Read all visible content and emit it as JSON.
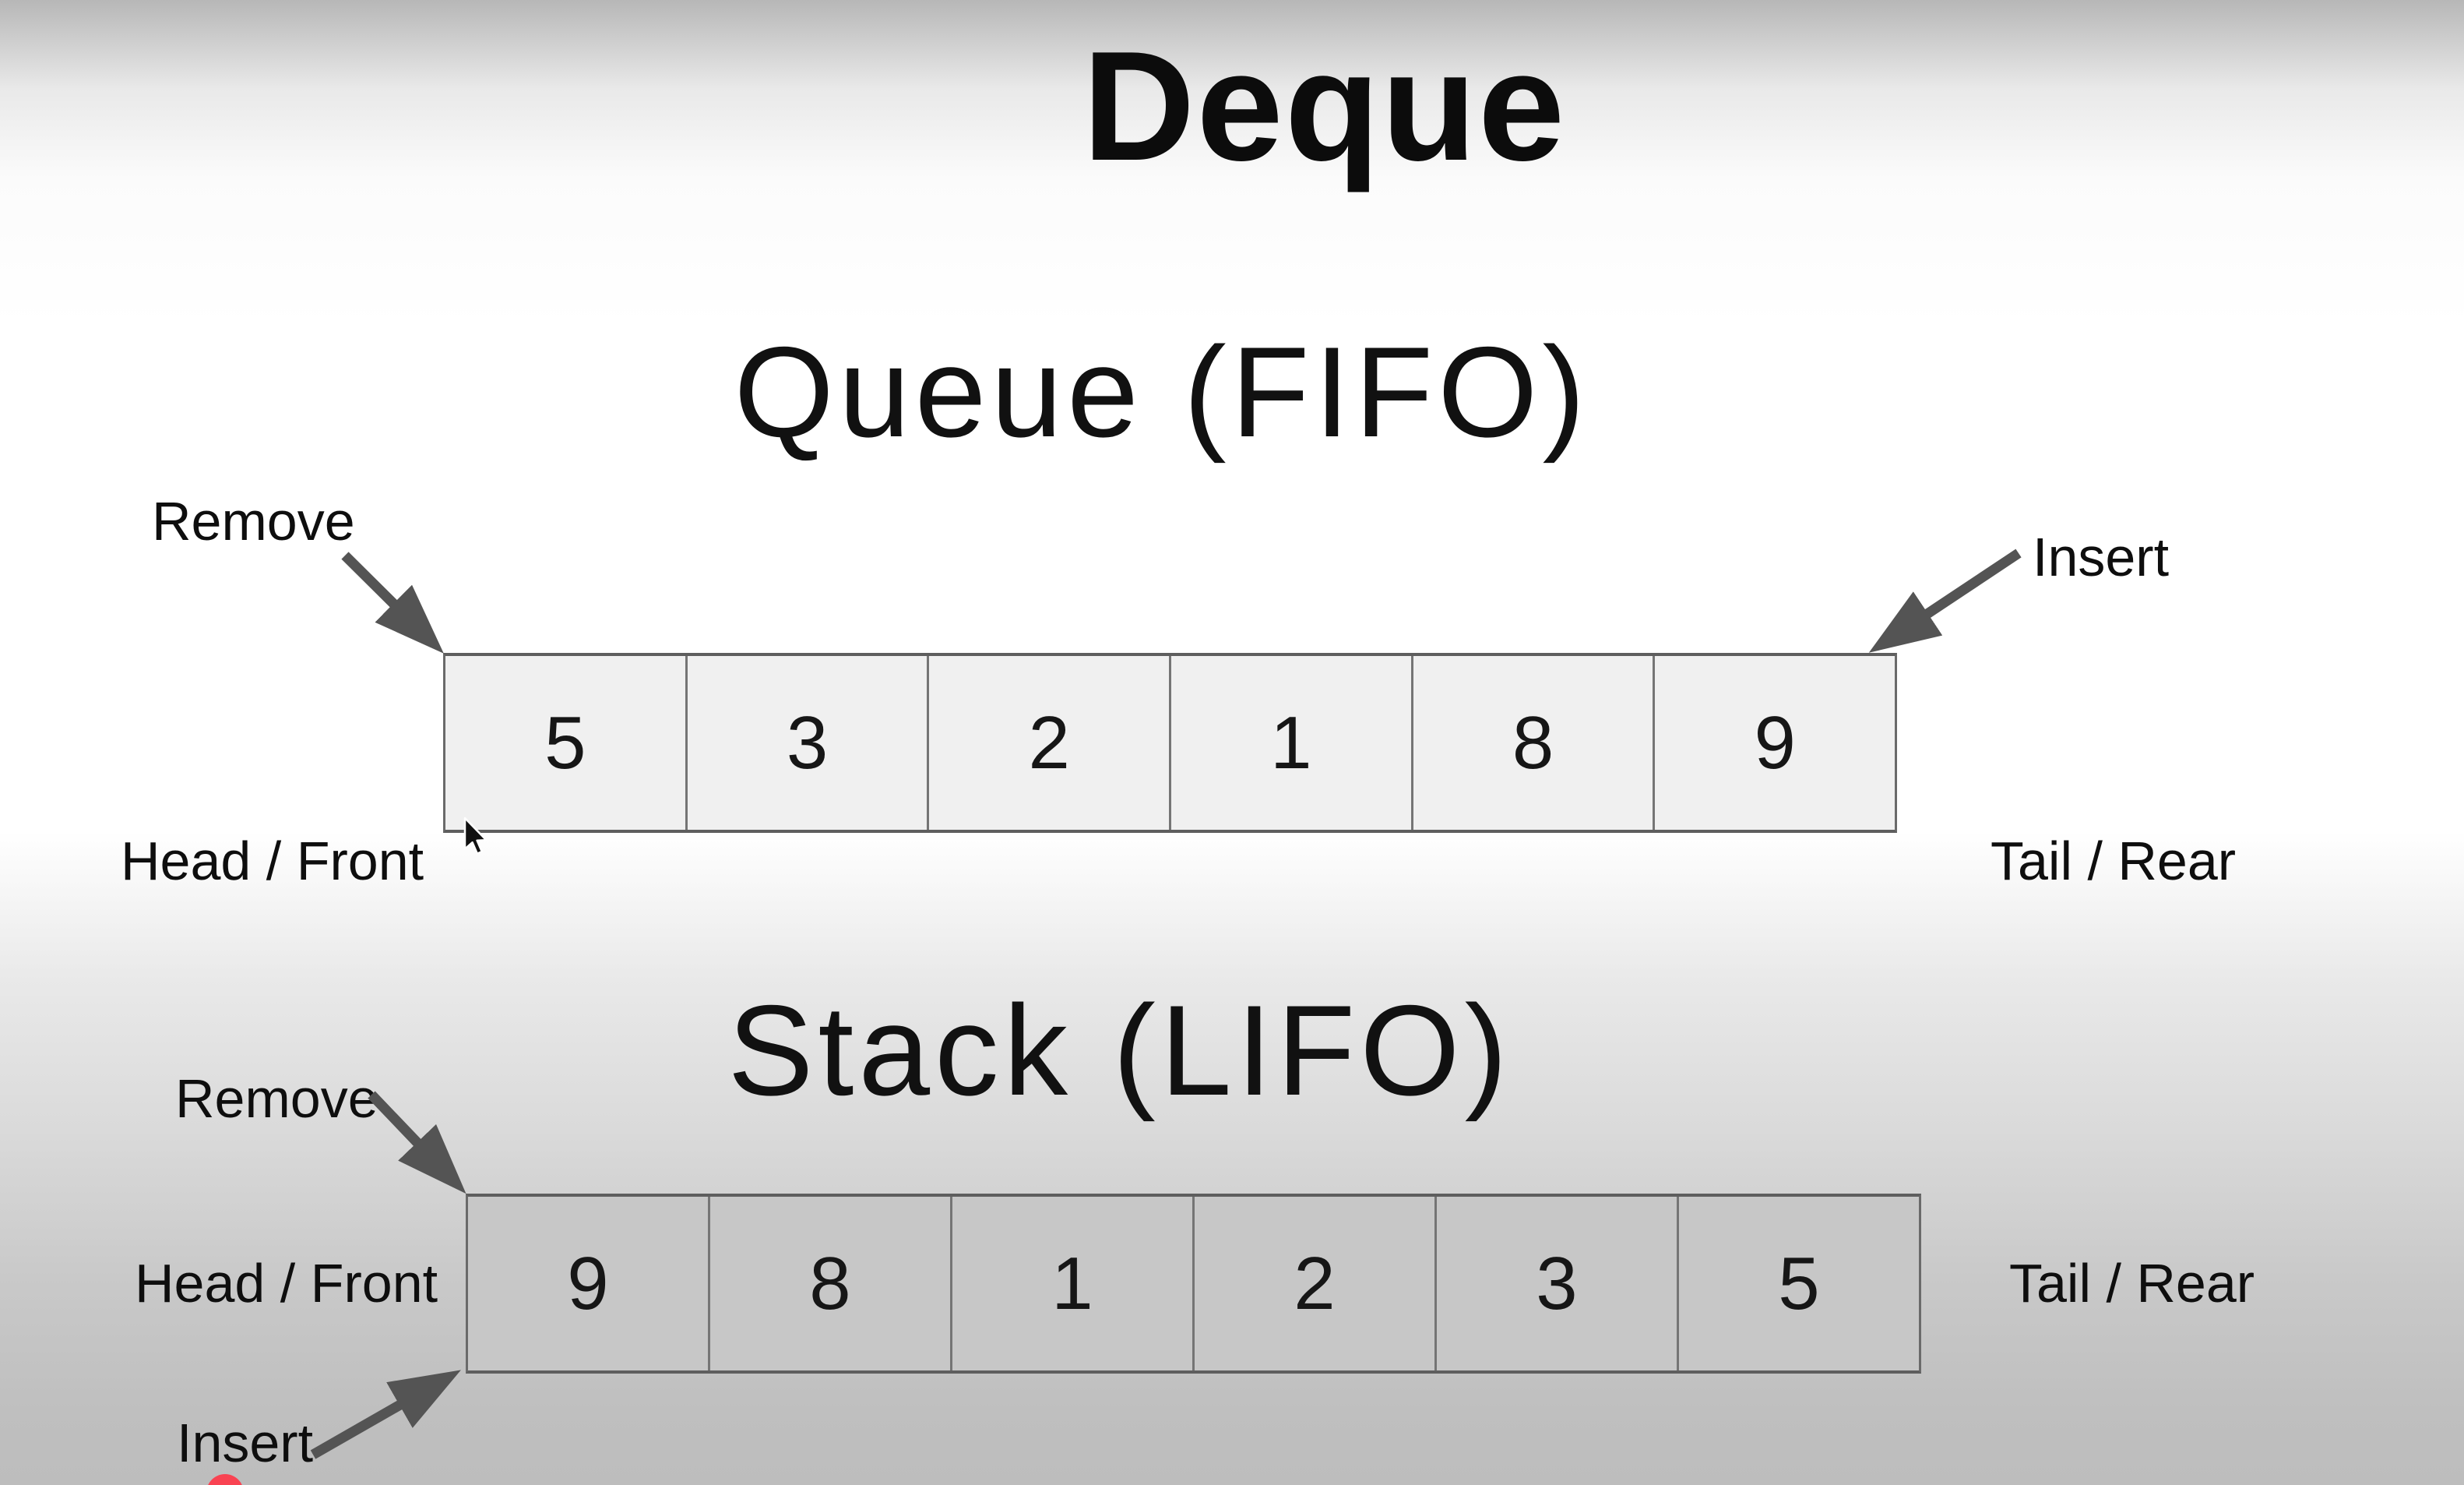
{
  "title": "Deque",
  "queue": {
    "heading": "Queue (FIFO)",
    "cells": [
      "5",
      "3",
      "2",
      "1",
      "8",
      "9"
    ],
    "labels": {
      "remove": "Remove",
      "insert": "Insert",
      "head": "Head / Front",
      "tail": "Tail / Rear"
    }
  },
  "stack": {
    "heading": "Stack (LIFO)",
    "cells": [
      "9",
      "8",
      "1",
      "2",
      "3",
      "5"
    ],
    "labels": {
      "remove": "Remove",
      "insert": "Insert",
      "head": "Head / Front",
      "tail": "Tail / Rear"
    }
  },
  "colors": {
    "arrow": "#545454",
    "queue_cell_fill": "#f0f0f0",
    "stack_cell_fill": "#c7c7c7",
    "box_border": "#5e5e5e",
    "red_dot": "#f94352",
    "text": "#0e0e0e"
  }
}
